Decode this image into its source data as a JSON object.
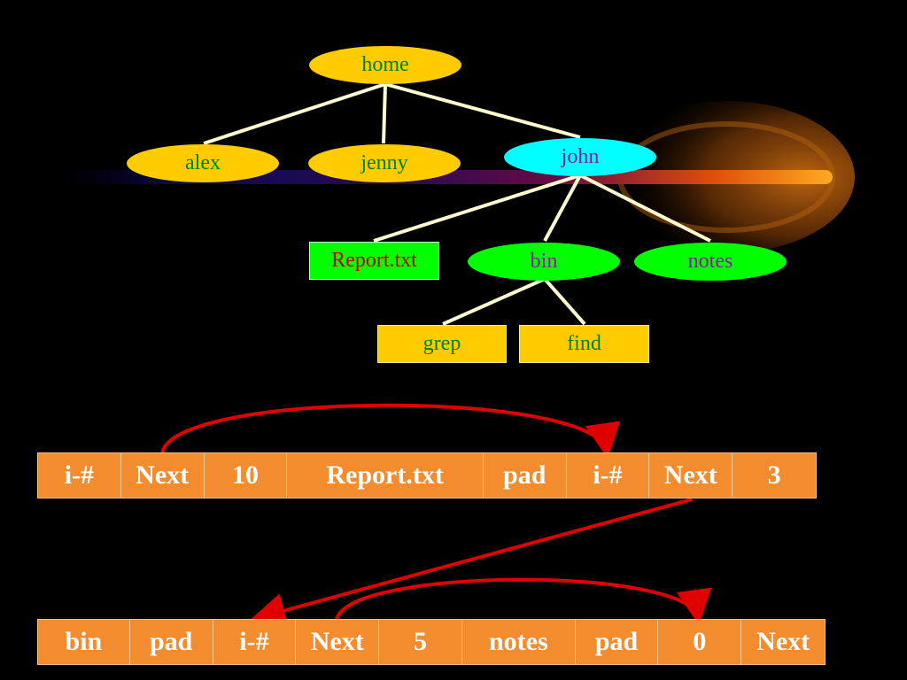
{
  "colors": {
    "background": "#000000",
    "yellow_node": "#ffcc00",
    "cyan_node": "#00ffff",
    "green_node": "#00ff00",
    "edge": "#fffcd0",
    "cell_fill": "#f28c2e",
    "pointer": "#e00000",
    "node_text_green": "#008000",
    "node_text_purple": "#8b1a9a",
    "node_text_red": "#c00000"
  },
  "tree": {
    "root": "home",
    "level1": [
      "alex",
      "jenny",
      "john"
    ],
    "john_children": [
      "Report.txt",
      "bin",
      "notes"
    ],
    "bin_children": [
      "grep",
      "find"
    ]
  },
  "table1": {
    "cells": [
      "i-#",
      "Next",
      "10",
      "Report.txt",
      "pad",
      "i-#",
      "Next",
      "3"
    ]
  },
  "table2": {
    "cells": [
      "bin",
      "pad",
      "i-#",
      "Next",
      "5",
      "notes",
      "pad",
      "0",
      "Next"
    ]
  }
}
